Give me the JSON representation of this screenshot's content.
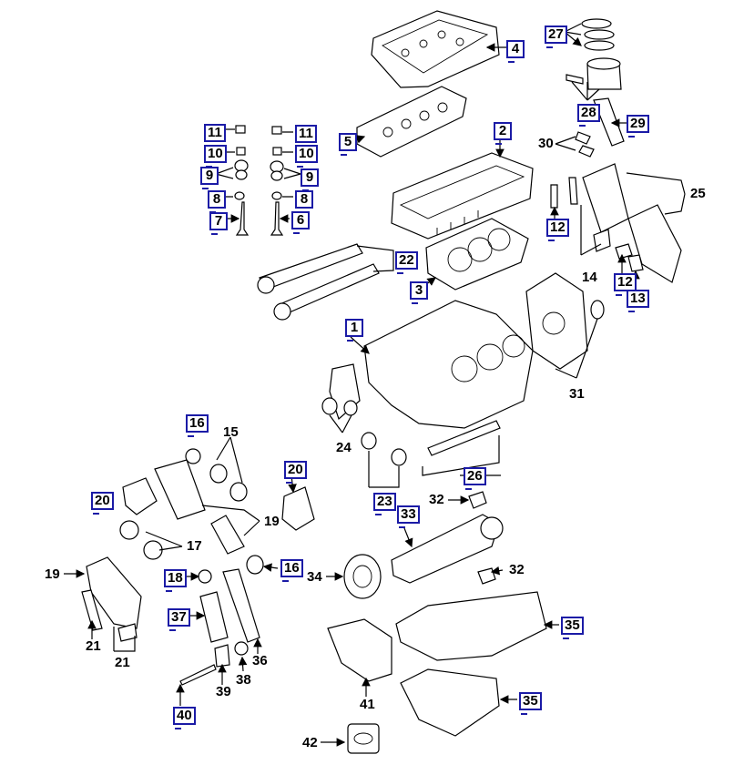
{
  "diagram": {
    "accent_color": "#1b1ba6",
    "callouts": [
      {
        "key": "c4",
        "label": "4",
        "boxed": true
      },
      {
        "key": "c27",
        "label": "27",
        "boxed": true
      },
      {
        "key": "c28",
        "label": "28",
        "boxed": true
      },
      {
        "key": "c29",
        "label": "29",
        "boxed": true
      },
      {
        "key": "c5",
        "label": "5",
        "boxed": true
      },
      {
        "key": "c2",
        "label": "2",
        "boxed": true
      },
      {
        "key": "c30",
        "label": "30",
        "boxed": false
      },
      {
        "key": "c11a",
        "label": "11",
        "boxed": true
      },
      {
        "key": "c11b",
        "label": "11",
        "boxed": true
      },
      {
        "key": "c10a",
        "label": "10",
        "boxed": true
      },
      {
        "key": "c10b",
        "label": "10",
        "boxed": true
      },
      {
        "key": "c9a",
        "label": "9",
        "boxed": true
      },
      {
        "key": "c9b",
        "label": "9",
        "boxed": true
      },
      {
        "key": "c8a",
        "label": "8",
        "boxed": true
      },
      {
        "key": "c8b",
        "label": "8",
        "boxed": true
      },
      {
        "key": "c7",
        "label": "7",
        "boxed": true
      },
      {
        "key": "c6",
        "label": "6",
        "boxed": true
      },
      {
        "key": "c25",
        "label": "25",
        "boxed": false
      },
      {
        "key": "c12a",
        "label": "12",
        "boxed": true
      },
      {
        "key": "c22",
        "label": "22",
        "boxed": true
      },
      {
        "key": "c3",
        "label": "3",
        "boxed": true
      },
      {
        "key": "c14",
        "label": "14",
        "boxed": false
      },
      {
        "key": "c12b",
        "label": "12",
        "boxed": true
      },
      {
        "key": "c13",
        "label": "13",
        "boxed": true
      },
      {
        "key": "c1",
        "label": "1",
        "boxed": true
      },
      {
        "key": "c31",
        "label": "31",
        "boxed": false
      },
      {
        "key": "c24",
        "label": "24",
        "boxed": false
      },
      {
        "key": "c16a",
        "label": "16",
        "boxed": true
      },
      {
        "key": "c15",
        "label": "15",
        "boxed": false
      },
      {
        "key": "c20a",
        "label": "20",
        "boxed": true
      },
      {
        "key": "c26",
        "label": "26",
        "boxed": true
      },
      {
        "key": "c20b",
        "label": "20",
        "boxed": true
      },
      {
        "key": "c23",
        "label": "23",
        "boxed": true
      },
      {
        "key": "c32a",
        "label": "32",
        "boxed": false
      },
      {
        "key": "c19a",
        "label": "19",
        "boxed": false
      },
      {
        "key": "c33",
        "label": "33",
        "boxed": true
      },
      {
        "key": "c17",
        "label": "17",
        "boxed": false
      },
      {
        "key": "c19b",
        "label": "19",
        "boxed": false
      },
      {
        "key": "c18",
        "label": "18",
        "boxed": true
      },
      {
        "key": "c16b",
        "label": "16",
        "boxed": true
      },
      {
        "key": "c34",
        "label": "34",
        "boxed": false
      },
      {
        "key": "c32b",
        "label": "32",
        "boxed": false
      },
      {
        "key": "c37",
        "label": "37",
        "boxed": true
      },
      {
        "key": "c35a",
        "label": "35",
        "boxed": true
      },
      {
        "key": "c21a",
        "label": "21",
        "boxed": false
      },
      {
        "key": "c21b",
        "label": "21",
        "boxed": false
      },
      {
        "key": "c36",
        "label": "36",
        "boxed": false
      },
      {
        "key": "c38",
        "label": "38",
        "boxed": false
      },
      {
        "key": "c39",
        "label": "39",
        "boxed": false
      },
      {
        "key": "c41",
        "label": "41",
        "boxed": false
      },
      {
        "key": "c35b",
        "label": "35",
        "boxed": true
      },
      {
        "key": "c40",
        "label": "40",
        "boxed": true
      },
      {
        "key": "c42",
        "label": "42",
        "boxed": false
      }
    ]
  }
}
